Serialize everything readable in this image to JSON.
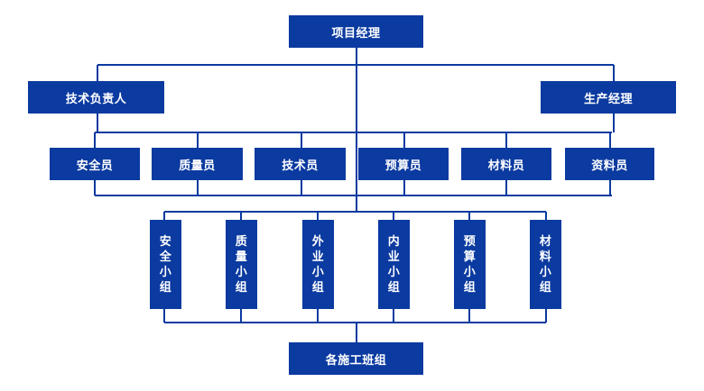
{
  "colors": {
    "node_fill": "#0b3aa0",
    "line": "#0b3aa0",
    "text": "#ffffff",
    "background": "#ffffff"
  },
  "top": {
    "label": "项目经理"
  },
  "leads": [
    {
      "id": "tech-lead",
      "label": "技术负责人"
    },
    {
      "id": "production-manager",
      "label": "生产经理"
    }
  ],
  "staff": [
    {
      "id": "safety",
      "label": "安全员"
    },
    {
      "id": "quality",
      "label": "质量员"
    },
    {
      "id": "technician",
      "label": "技术员"
    },
    {
      "id": "budget",
      "label": "预算员"
    },
    {
      "id": "materials",
      "label": "材料员"
    },
    {
      "id": "documents",
      "label": "资料员"
    }
  ],
  "groups": [
    {
      "id": "safety-group",
      "label": "安全小组"
    },
    {
      "id": "quality-group",
      "label": "质量小组"
    },
    {
      "id": "field-group",
      "label": "外业小组"
    },
    {
      "id": "office-group",
      "label": "内业小组"
    },
    {
      "id": "budget-group",
      "label": "预算小组"
    },
    {
      "id": "materials-group",
      "label": "材料小组"
    }
  ],
  "bottom": {
    "label": "各施工班组"
  }
}
